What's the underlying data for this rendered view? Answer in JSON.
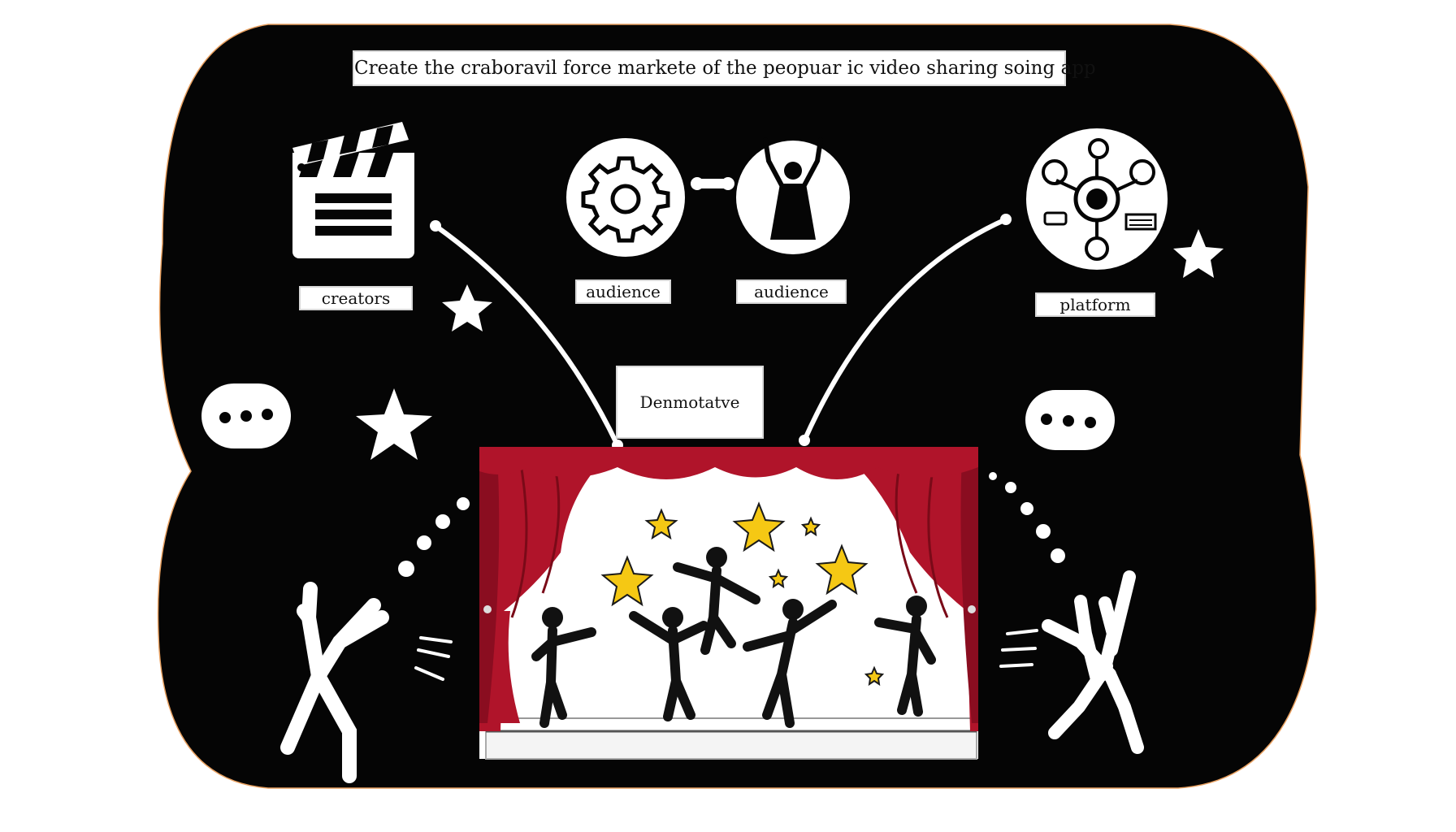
{
  "diagram": {
    "title": "Create the craboravil force  markete of the peopuar ic video sharing soing app",
    "nodes": {
      "creators": {
        "label": "creators",
        "icon": "clapperboard-icon"
      },
      "audience_left": {
        "label": "audience",
        "icon": "gear-icon"
      },
      "audience_right": {
        "label": "audience",
        "icon": "person-arms-raised-icon"
      },
      "platform": {
        "label": "platform",
        "icon": "network-hub-icon"
      },
      "center": {
        "label": "Denmotatve"
      }
    },
    "scene": {
      "stage_icon": "theater-stage-icon",
      "curtain_color": "#b0142a",
      "star_color": "#f5c814",
      "background_color": "#050505"
    }
  }
}
